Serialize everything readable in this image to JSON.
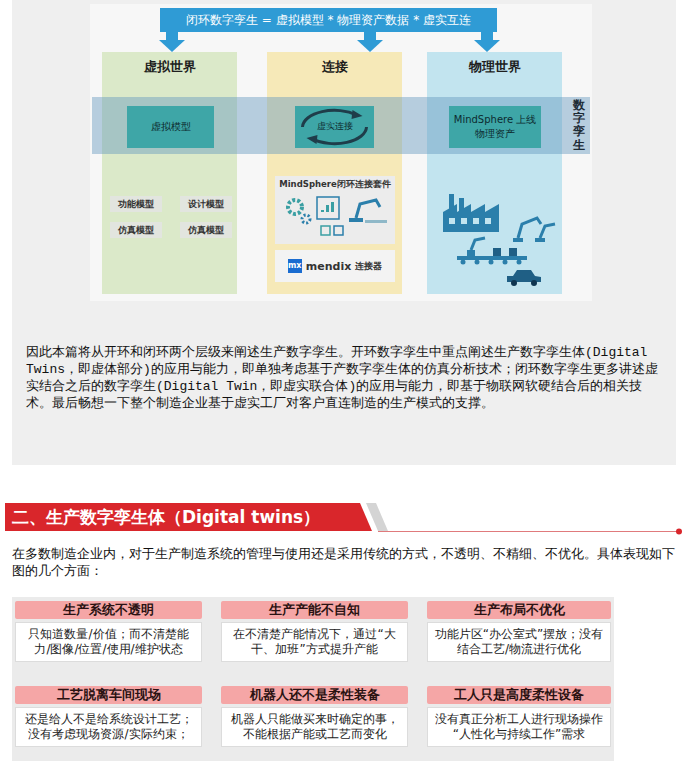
{
  "diagram": {
    "title": "二、生产数字孪生体（Digital twins）",
    "nodes": [
      {
        "text": [
          "闭环数字孪生 = 虚拟模型 * 物理资产数据 * 虚实互连"
        ]
      },
      {
        "text": [
          "虚拟世界"
        ]
      },
      {
        "text": [
          "连接"
        ]
      },
      {
        "text": [
          "物理世界"
        ]
      },
      {
        "text": [
          "数字孪生"
        ]
      },
      {
        "text": [
          "虚拟模型"
        ],
        "in": 4
      },
      {
        "text": [
          "虚实连接"
        ],
        "in": 4
      },
      {
        "text": [
          "MindSphere 上线物理资产"
        ],
        "in": 4
      },
      {
        "text": [
          "功能模型"
        ],
        "in": 1
      },
      {
        "text": [
          "设计模型"
        ],
        "in": 1
      },
      {
        "text": [
          "仿真模型"
        ],
        "in": 1
      },
      {
        "text": [
          "仿真模型"
        ],
        "in": 1
      },
      {
        "text": [
          "MindSphere闭环连接套件"
        ],
        "in": 2
      },
      {
        "text": [
          "mx",
          "mendix",
          "连接器"
        ],
        "in": 2
      },
      {
        "text": [
          "生产系统不透明",
          "只知道数量/价值；而不清楚能力/图像/位置/使用/维护状态"
        ]
      },
      {
        "text": [
          "生产产能不自知",
          "在不清楚产能情况下，通过“大干、加班”方式提升产能"
        ]
      },
      {
        "text": [
          "生产布局不优化",
          "功能片区“办公室式”摆放；没有结合工艺/物流进行优化"
        ]
      },
      {
        "text": [
          "工艺脱离车间现场",
          "还是给人不是给系统设计工艺；没有考虑现场资源/实际约束；"
        ]
      },
      {
        "text": [
          "机器人还不是柔性装备",
          "机器人只能做买来时确定的事，不能根据产能或工艺而变化"
        ]
      },
      {
        "text": [
          "工人只是高度柔性设备",
          "没有真正分析工人进行现场操作“人性化与持续工作”需求"
        ]
      }
    ],
    "edges": [
      {
        "from": 0,
        "to": 1,
        "arrow": "to"
      },
      {
        "from": 0,
        "to": 2,
        "arrow": "to"
      },
      {
        "from": 0,
        "to": 3,
        "arrow": "to"
      }
    ],
    "labels": [
      "因此本篇将从开环和闭环两个层级来阐述生产数字孪生。开环数字孪生中重点阐述生产数字孪生体(Digital Twins，即虚体部分)的应用与能力，即单独考虑基于产数字孪生体的仿真分析技术；闭环数字孪生更多讲述虚实结合之后的数字孪生(Digital Twin，即虚实联合体)的应用与能力，即基于物联网软硬结合后的相关技术。最后畅想一下整个制造企业基于虚实工厂对客户直连制造的生产模式的支撑。",
      "在多数制造企业内，对于生产制造系统的管理与使用还是采用传统的方式，不透明、不精细、不优化。具体表现如下图的几个方面："
    ]
  }
}
